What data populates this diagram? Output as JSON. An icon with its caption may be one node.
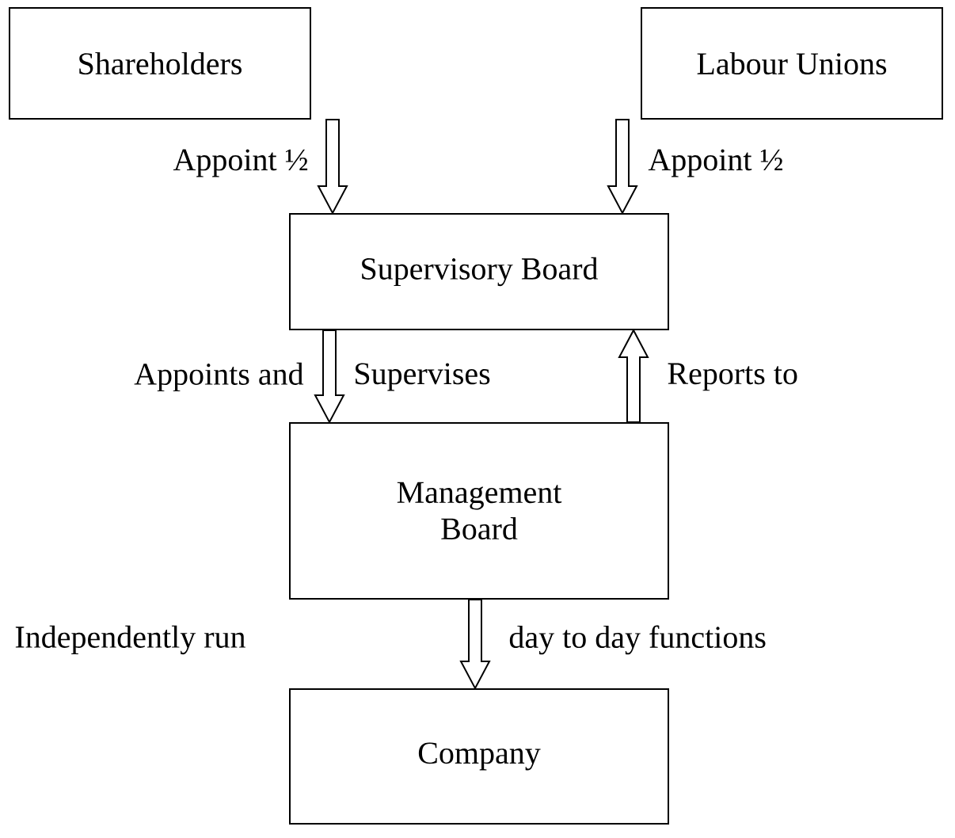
{
  "diagram": {
    "nodes": [
      {
        "text": [
          "Shareholders"
        ]
      },
      {
        "text": [
          "Labour Unions"
        ]
      },
      {
        "text": [
          "Supervisory Board"
        ]
      },
      {
        "text": [
          "Management Board"
        ]
      },
      {
        "text": [
          "Company"
        ]
      }
    ],
    "edges": [
      {
        "from": 0,
        "to": 2,
        "arrow": "to",
        "label": "Appoint ½"
      },
      {
        "from": 1,
        "to": 2,
        "arrow": "to",
        "label": "Appoint ½"
      },
      {
        "from": 2,
        "to": 3,
        "arrow": "to"
      },
      {
        "from": 3,
        "to": 2,
        "arrow": "to",
        "label": "Reports to"
      },
      {
        "from": 3,
        "to": 4,
        "arrow": "to"
      }
    ],
    "labels": [
      "Appoints and",
      "Supervises",
      "Independently run",
      "day to day functions"
    ]
  }
}
